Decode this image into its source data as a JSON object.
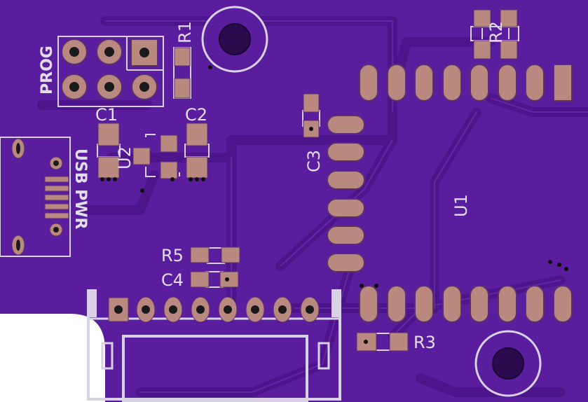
{
  "board": {
    "colors": {
      "board": "#5a1d9e",
      "board_dark": "#4a1686",
      "trace": "#63259f",
      "trace_edge": "#3d0f72",
      "pad": "#b9897f",
      "pad_edge": "#5a3070",
      "silk": "#d9d2e6",
      "hole": "#2b0a4e",
      "drill": "#0d0d0d"
    }
  },
  "labels": {
    "prog": "PROG",
    "r1": "R1",
    "c1": "C1",
    "c2": "C2",
    "u2": "U2",
    "c3": "C3",
    "usb_pwr": "USB PWR",
    "u1": "U1",
    "r2": "R2",
    "r5": "R5",
    "c4": "C4",
    "r3": "R3"
  }
}
